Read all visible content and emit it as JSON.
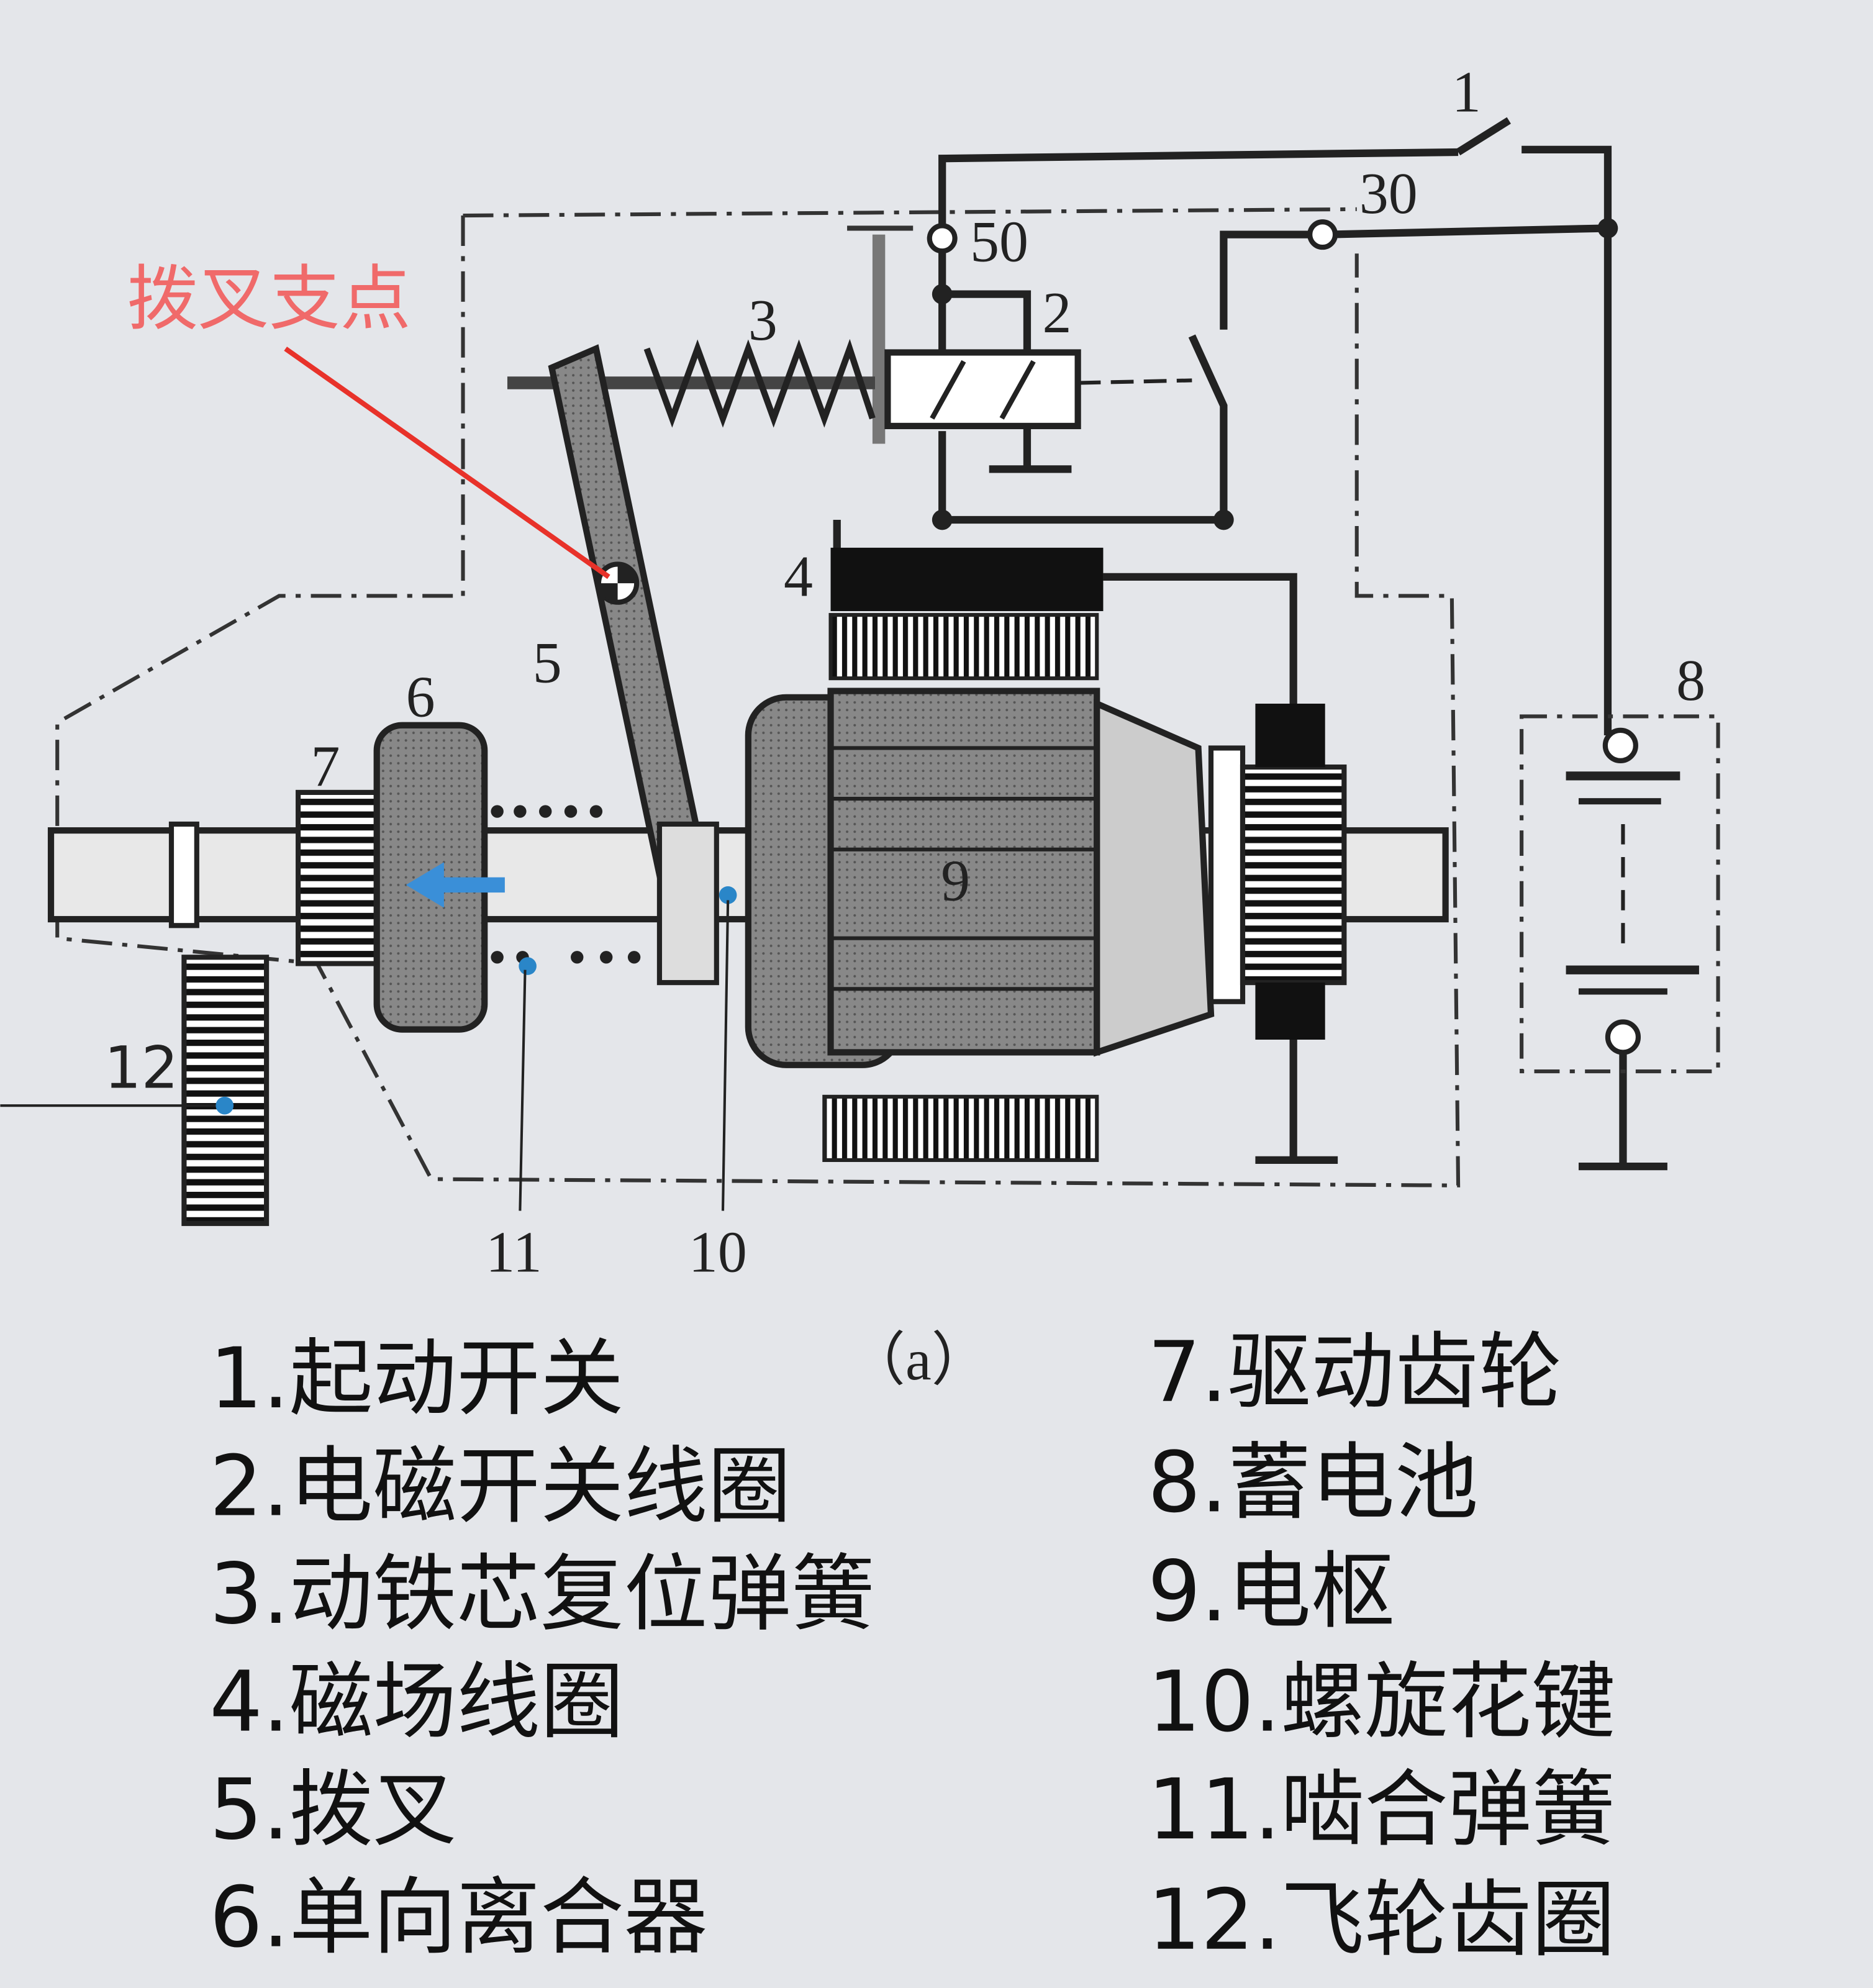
{
  "annotation": {
    "text": "拨叉支点",
    "color": "#f06a6a",
    "arrow_color": "#e8322a"
  },
  "callouts": {
    "n1": "1",
    "n2": "2",
    "n3": "3",
    "n4": "4",
    "n5": "5",
    "n6": "6",
    "n7": "7",
    "n8": "8",
    "n9": "9",
    "n10": "10",
    "n11": "11",
    "n12": "12",
    "t30": "30",
    "t50": "50"
  },
  "caption": "（a）",
  "legend": [
    "1.起动开关",
    "2.电磁开关线圈",
    "3.动铁芯复位弹簧",
    "4.磁场线圈",
    "5.拨叉",
    "6.单向离合器",
    "7.驱动齿轮",
    "8.蓄电池",
    "9.电枢",
    "10.螺旋花键",
    "11.啮合弹簧",
    "12.飞轮齿圈"
  ],
  "colors": {
    "arrow": "#3a8fd8",
    "marker": "#2a86c8"
  }
}
